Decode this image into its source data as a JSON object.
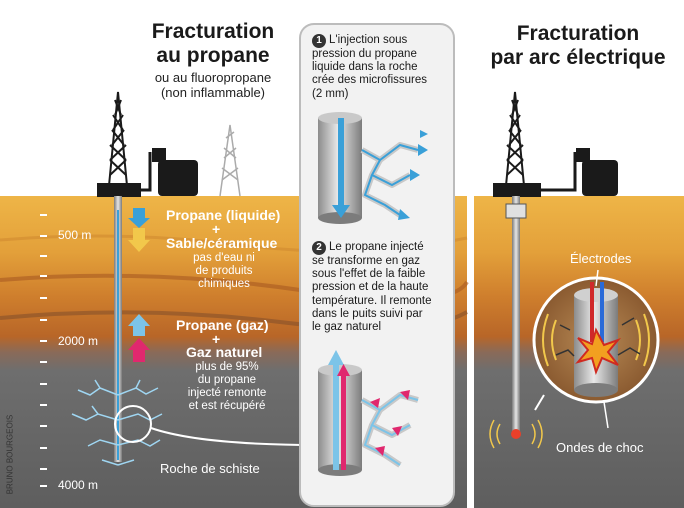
{
  "left": {
    "title_line1": "Fracturation",
    "title_line2": "au propane",
    "subtitle_line1": "ou au fluoropropane",
    "subtitle_line2": "(non inflammable)",
    "propane_liquide": "Propane (liquide)",
    "plus1": "+",
    "sable": "Sable/céramique",
    "no_water": [
      "pas d'eau ni",
      "de produits",
      "chimiques"
    ],
    "propane_gaz": "Propane (gaz)",
    "plus2": "+",
    "gaz_naturel": "Gaz naturel",
    "recovery": [
      "plus de 95%",
      "du propane",
      "injecté remonte",
      "et est récupéré"
    ],
    "roche": "Roche de schiste"
  },
  "depths": {
    "d500": "500 m",
    "d2000": "2000 m",
    "d4000": "4000 m"
  },
  "panel": {
    "step1_num": "1",
    "step1_text": [
      "L'injection sous",
      "pression du propane",
      "liquide dans la roche",
      "crée des microfissures",
      "(2 mm)"
    ],
    "step2_num": "2",
    "step2_text": [
      "Le propane injecté",
      "se transforme en gaz",
      "sous l'effet de la faible",
      "pression et de la haute",
      "température. Il remonte",
      "dans le puits suivi par",
      "le gaz naturel"
    ]
  },
  "right": {
    "title_line1": "Fracturation",
    "title_line2": "par arc électrique",
    "electrodes": "Électrodes",
    "ondes": "Ondes de choc"
  },
  "credit": "BRUNO BOURGEOIS",
  "colors": {
    "ground_top": "#e8a93a",
    "ground_mid": "#c0702a",
    "ground_deep": "#8a4a22",
    "shale": "#6f6f6f",
    "liquid_arrow": "#3aa0d8",
    "sand_arrow": "#f2c84b",
    "gas_arrow": "#7cc4e8",
    "natural_gas": "#e0286e"
  }
}
